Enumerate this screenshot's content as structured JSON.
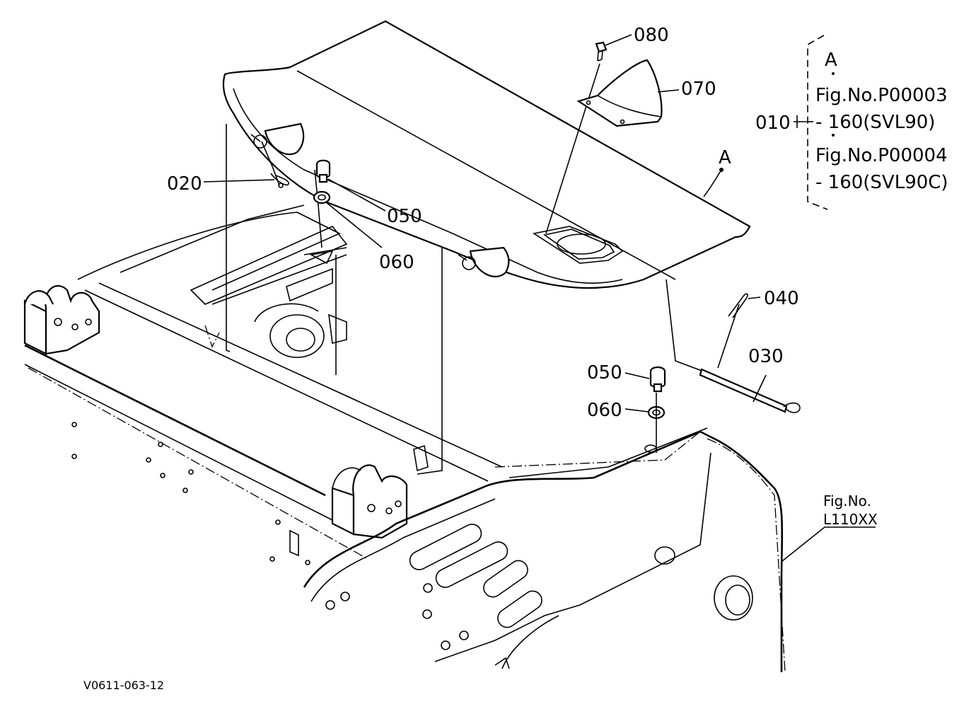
{
  "parts": [
    {
      "id": "p010",
      "label": "010"
    },
    {
      "id": "p020",
      "label": "020"
    },
    {
      "id": "p030",
      "label": "030"
    },
    {
      "id": "p040",
      "label": "040"
    },
    {
      "id": "p050a",
      "label": "050"
    },
    {
      "id": "p050b",
      "label": "050"
    },
    {
      "id": "p060a",
      "label": "060"
    },
    {
      "id": "p060b",
      "label": "060"
    },
    {
      "id": "p070",
      "label": "070"
    },
    {
      "id": "p080",
      "label": "080"
    }
  ],
  "reference_box": {
    "marker": "A",
    "lines": [
      "Fig.No.P00003",
      "- 160(SVL90)",
      "Fig.No.P00004",
      "- 160(SVL90C)"
    ]
  },
  "marker_a": "A",
  "figure_ref": {
    "line1": "Fig.No.",
    "line2": "L110XX"
  },
  "drawing_code": "V0611-063-12"
}
